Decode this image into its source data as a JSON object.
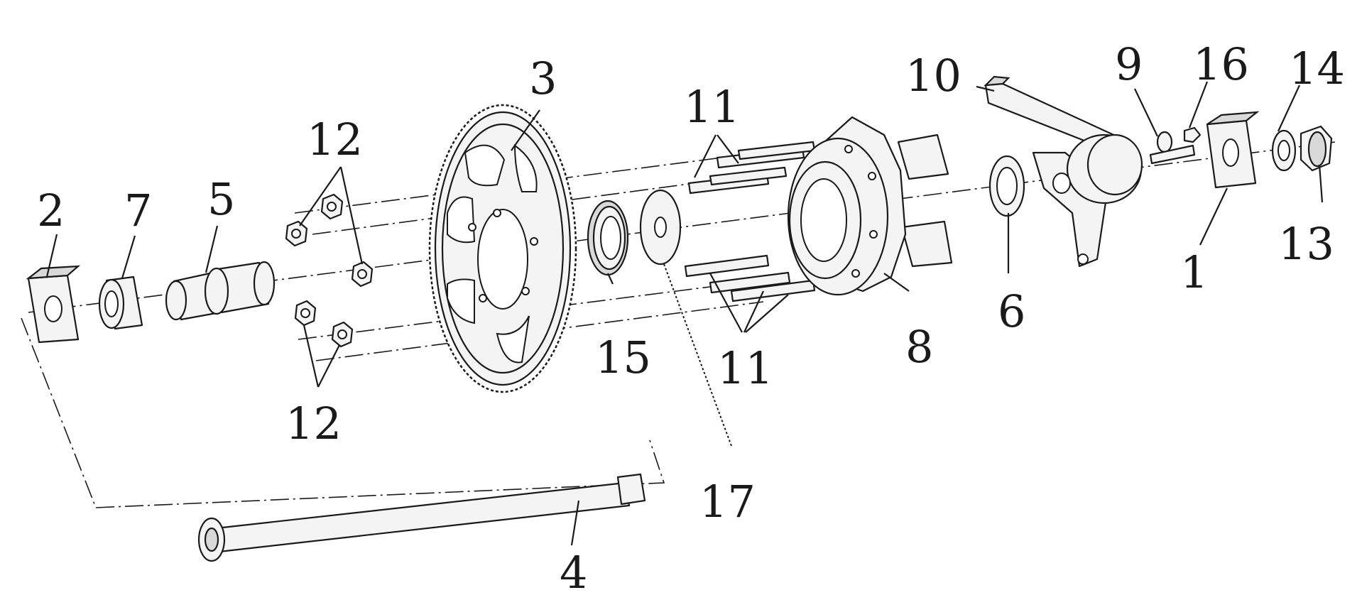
{
  "figure": {
    "background": "#ffffff",
    "ink": "#1a1a1a"
  },
  "callouts": {
    "c1": "1",
    "c2": "2",
    "c3": "3",
    "c4": "4",
    "c5": "5",
    "c6": "6",
    "c7": "7",
    "c8": "8",
    "c9": "9",
    "c10": "10",
    "c11_top": "11",
    "c11_bottom": "11",
    "c12_top": "12",
    "c12_bottom": "12",
    "c13": "13",
    "c14": "14",
    "c15": "15",
    "c16": "16",
    "c17": "17"
  }
}
